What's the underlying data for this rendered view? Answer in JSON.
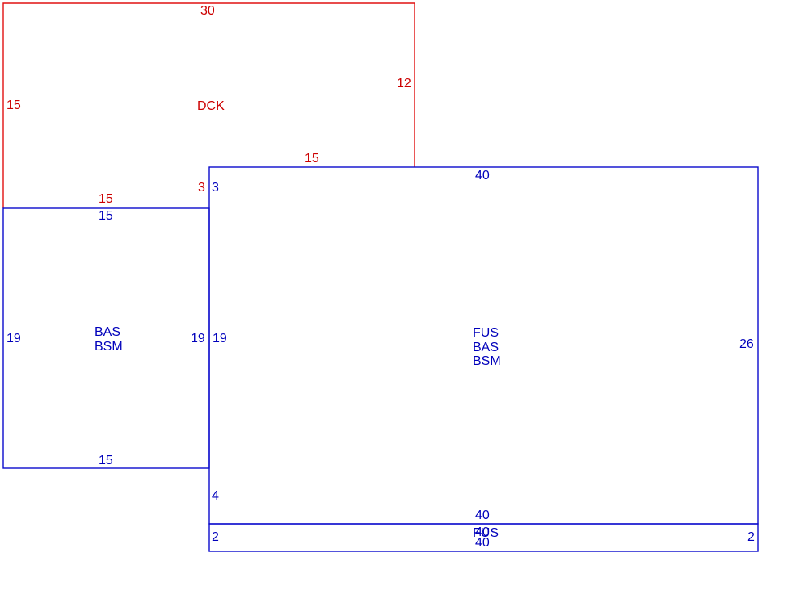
{
  "colors": {
    "deck": "#e01010",
    "living": "#0a0acc"
  },
  "areas": {
    "deck": {
      "codes": [
        "DCK"
      ],
      "dims": {
        "top": "30",
        "left": "15",
        "right": "12",
        "bottom_right": "15",
        "bottom_left": "15",
        "notch": "3"
      }
    },
    "left_block": {
      "codes": [
        "BAS",
        "BSM"
      ],
      "dims": {
        "top": "15",
        "left": "19",
        "right": "19",
        "bottom": "15"
      }
    },
    "main_block": {
      "codes": [
        "FUS",
        "BAS",
        "BSM"
      ],
      "dims": {
        "top": "40",
        "left_top": "3",
        "left_mid": "19",
        "left_bottom": "4",
        "right": "26",
        "bottom": "40"
      }
    },
    "strip": {
      "codes": [
        "FUS"
      ],
      "dims": {
        "top": "40",
        "left": "2",
        "right": "2",
        "bottom": "40",
        "overlap": "40"
      }
    }
  }
}
